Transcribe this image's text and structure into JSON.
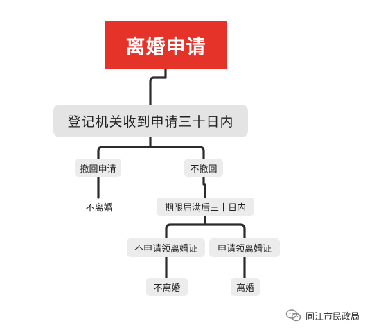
{
  "diagram": {
    "root": "离婚申请",
    "main": "登记机关收到申请三十日内",
    "branch_withdraw": "撤回申请",
    "branch_no_withdraw": "不撤回",
    "withdraw_result": "不离婚",
    "period_expired": "期限届满后三十日内",
    "no_apply_cert": "不申请领离婚证",
    "apply_cert": "申请领离婚证",
    "no_apply_result": "不离婚",
    "apply_result": "离婚"
  },
  "footer": {
    "icon": "wechat-icon",
    "account": "同江市民政局"
  },
  "colors": {
    "root_fill": "#e5332a",
    "root_text": "#ffffff",
    "node_fill": "#e4e4e4",
    "connector": "#2b2b2b"
  }
}
